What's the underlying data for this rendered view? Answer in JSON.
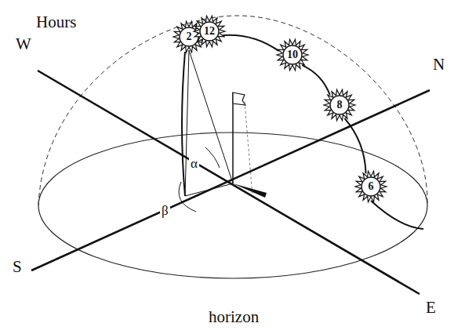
{
  "diagram": {
    "nodes": [
      {
        "text": [
          "2"
        ]
      },
      {
        "text": [
          "12"
        ]
      },
      {
        "text": [
          "10"
        ]
      },
      {
        "text": [
          "8"
        ]
      },
      {
        "text": [
          "6"
        ]
      }
    ],
    "edges": [
      {
        "from": 4,
        "to": 3,
        "arrow": "none"
      },
      {
        "from": 3,
        "to": 2,
        "arrow": "none"
      },
      {
        "from": 2,
        "to": 1,
        "arrow": "none"
      },
      {
        "from": 1,
        "to": 0,
        "arrow": "none"
      }
    ],
    "labels": [
      "Hours",
      "W",
      "N",
      "α",
      "β",
      "S",
      "E",
      "horizon"
    ]
  }
}
